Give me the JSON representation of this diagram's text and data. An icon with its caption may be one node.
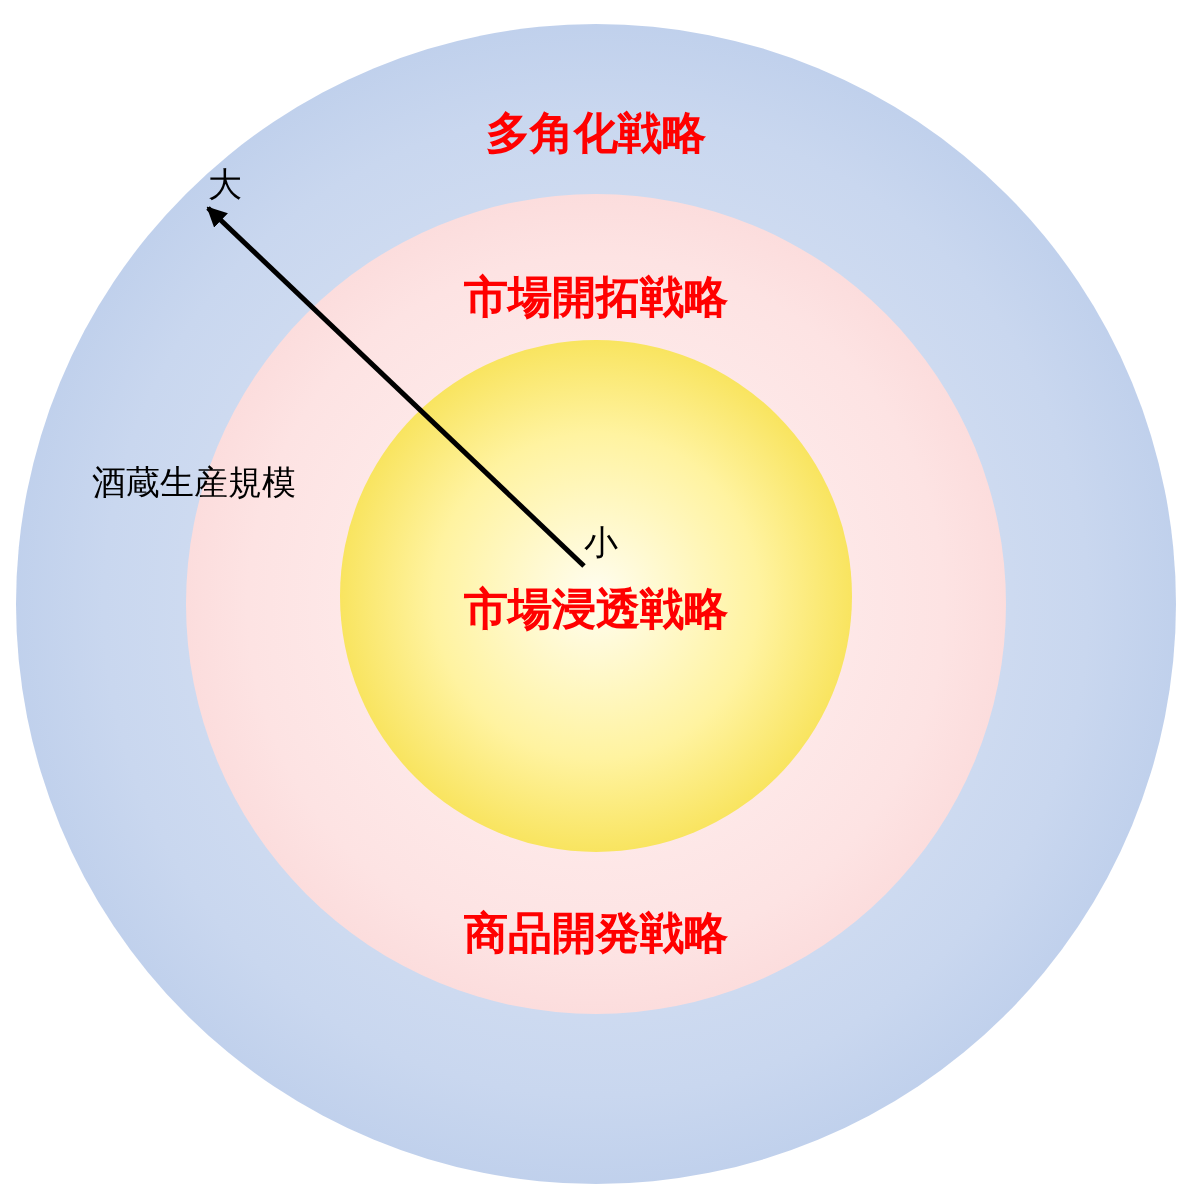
{
  "diagram": {
    "nodes": [
      {
        "text": [
          "多角化戦略"
        ]
      },
      {
        "text": [
          "市場開拓戦略",
          "商品開発戦略"
        ],
        "in": 0
      },
      {
        "text": [
          "市場浸透戦略"
        ],
        "in": 1
      },
      {
        "text": [
          "小"
        ],
        "in": 2
      },
      {
        "text": [
          "大"
        ],
        "in": 0
      }
    ],
    "edges": [
      {
        "from": 3,
        "to": 4,
        "arrow": "to"
      }
    ],
    "labels": [
      "酒蔵生産規模"
    ]
  }
}
